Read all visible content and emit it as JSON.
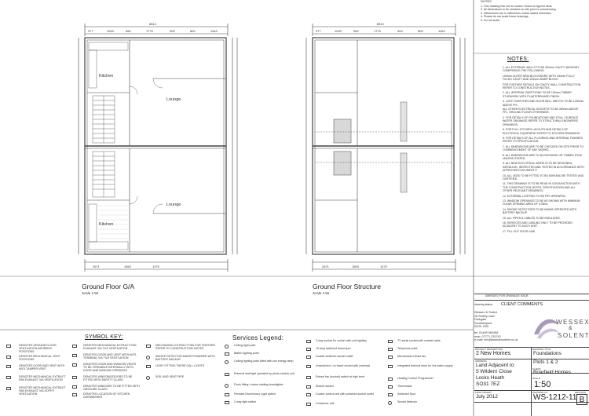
{
  "plans": {
    "left_title": "Ground Floor G/A",
    "left_scale": "Scale 1:50",
    "right_title": "Ground Floor Structure",
    "right_scale": "Scale 1:50",
    "rooms": {
      "kitchen_top": "Kitchen",
      "lounge_top": "Lounge",
      "lounge_bottom": "Lounge",
      "kitchen_bottom": "Kitchen"
    },
    "overall_dim": "8812",
    "top_dims": [
      "977",
      "1000",
      "982",
      "1770",
      "900",
      "800",
      "1163"
    ],
    "bottom_dims": [
      "2671",
      "1563",
      "1270",
      "2671",
      "1563",
      "1270"
    ]
  },
  "notes": {
    "header": "NOTES:",
    "top_notes": [
      "1. This drawing has not be scaled. Drawn to figured dims.",
      "2. All dimensions to be checked on site prior to commencing.",
      "3. Dimensions are in millimetres unless stated otherwise.",
      "4. Please do not scale these drawings.",
      "5. Do not scale."
    ],
    "items": [
      "1. ALL EXTERNAL WALLS TO BE 300mm CAVITY MASONRY COMPRISING THE FOLLOWING:",
      "100mm OUTER SKIN BLOCKWORK WITH 100mm FULLY FILLED CAVITY AND 100mm INNER BLOCK.",
      "FOR FURTHER DETAILS ON CAVITY WALL CONSTRUCTION REFER TO CONSTRUCTION NOTES.",
      "2. ALL INTERNAL PARTITIONS TO BE 100mm TIMBER STUDWORK WITH PLASTERBOARD FINISH.",
      "3. LIGHT SWITCHES AND DOOR BELL SWITCH TO BE 1200mm ABOVE FFL.",
      "ALL OTHER ELECTRICAL SOCKETS TO BE 450mm ABOVE FFL. GROUND FLOOR OTHERWISE.",
      "4. FOR DETAILS OF FOUNDATIONS AND FOUL / SURFACE WATER DRAINAGE REFER TO STRUCTURAL ENGINEERS DRAWINGS.",
      "5. FOR FULL KITCHEN LAYOUTS AND DETAILS OF ELECTRICAL EQUIPMENT REFER TO KITCHEN DRAWINGS.",
      "6. FOR DETAILS OF ALL FLOORING AND INTERNAL FINISHES REFER TO SPECIFICATION.",
      "7. ALL DIMENSIONS ARE TO BE CHECKED ON SITE PRIOR TO COMMENCEMENT OF ANY WORKS.",
      "8. ALL DIMENSIONS ARE TO BLOCKWORK OR TIMBER STUD UNLESS STATED.",
      "9. ALL NEW ELECTRICAL WORK IS TO BE DESIGNED, INSTALLED, INSPECTED AND TESTED IN ACCORDANCE WITH APPROVED DOCUMENT P.",
      "10. ALL LEDS TO BE FITTED TO BS 6399 AND BE TESTED AND CERTIFIED.",
      "11. THIS DRAWING IS TO BE READ IN CONJUNCTION WITH THE CONSTRUCTION NOTES, SPECIFICATION AND ALL OTHER RELEVANT DRAWINGS.",
      "12. EXTERNAL LIGHTING TO BE PIR OPERATED.",
      "13. WINDOW OPENINGS TO BE AS SHOWN WITH MINIMUM CLEAR OPENING AREA OF 0.33m2.",
      "14. SMOKE DETECTORS TO BE MAINS OPERATED WITH BATTERY BACKUP.",
      "15. ALL PIPES & CABLES TO BE INSULATED.",
      "16. SERVICES AND CABLING ONLY TO BE PROVIDED ADJACENT TO EACH UNIT.",
      "17. FILL OUT DOOR LINE."
    ]
  },
  "symbol_key": {
    "title": "SYMBOL KEY:",
    "col1": [
      "DENOTES GROUND FLOOR VENTILATION AIR BRICK POSITIONS",
      "DENOTES MECHANICAL JOIST POSITIONS",
      "DENOTES DOOR AND VENT WITH ANTI-TAMPER VENT",
      "DENOTES MECHANICAL EXTRACT FAN EXHAUST VIA VENTILATION",
      "DENOTES MECHANICAL EXTRACT FAN EXHAUST VIA SOFFIT VENTILATION"
    ],
    "col2": [
      "DENOTES MECHANICAL EXTRACT FAN EXHAUST VIA TILE VENTILATION",
      "DENOTES DOOR AND VENT WITH ANTI-TERMINAL VIA TILE VENTILATION",
      "DENOTES DOOR AND WINDOW VENTS TO BE OPENABLE INTERNALLY WITH DOOR AND WINDOW OPENINGS",
      "DENOTES WINDOWS/DOORS TO BE FITTED WITH SAFETY GLASS",
      "DENOTES WINDOWS TO BE FITTED WITH OBSCURE GLASS",
      "DENOTES LOCATION OF KITCHEN DISHWASHER"
    ],
    "col3": [
      "MECHANICAL EXTRACT FAN FOR FURTHER REFER TO CONSTRUCTION NOTES",
      "SMOKE DETECTOR MAINS POWERED WITH BATTERY BACKUP",
      "LIGHT FITTING THESE CALL LIGHTS",
      "SOIL AND VENT PIPE"
    ]
  },
  "services_legend": {
    "title": "Services Legend:",
    "col1": [
      "Ceiling light point",
      "Batten lighting point",
      "Ceiling lighting point fitted with low energy lamp",
      "External wall light operated by photo electric cell",
      "Flush fitting / mains cabling downlighter",
      "Pendant Drum/mono Light switch",
      "2-way light switch"
    ],
    "col2": [
      "2-way socket for cooker with unit lighting",
      "13 amp switched fused spur",
      "Double switched socket outlet",
      "Unswitched / no fused socket with overload",
      "Extract fan (socket) switch at high level",
      "Shaver socket",
      "Cooker control unit with switched socket outlet",
      "Consumer unit"
    ],
    "col3": [
      "TV serial socket with coaxial cable",
      "Telephone point",
      "Mechanical extract fan",
      "Integrated thermal store for hot water supply",
      "Heating Control Programmer",
      "Thermostat",
      "Switched Spur",
      "Smoke detector"
    ]
  },
  "revisions": {
    "amended_label": "AMENDED FOR DRAINAGE ISSUE",
    "drawing_status_label": "drawing status",
    "client_comments": "CLIENT COMMENTS"
  },
  "titleblock": {
    "company": "Wessex & Solent",
    "address_lines": [
      "28 Sedley road",
      "Parkgate",
      "Southampton",
      "SO31 1EB"
    ],
    "tel": "tel: 01489 564456",
    "mob": "mob: 07771 233742",
    "email": "e-mail: info@wessexsolent.co.uk",
    "logo_top": "WESSEX",
    "logo_and": "&",
    "logo_bottom": "SOLENT",
    "project_desc_label": "PROJECT DESCRIPTION",
    "project_desc": "2 New Homes",
    "drawing_title_label": "DRAWING TITLE",
    "drawing_title_1": "Foundations",
    "drawing_title_2": "Plots 1 & 2",
    "address_label": "ADDRESS",
    "address_1": "Land Adjacent to",
    "address_2": "5 Wildern Close",
    "address_3": "Locks Heath",
    "address_4": "SO31 7EZ",
    "client_label": "CLIENT",
    "client": "Briarfield Homes",
    "scale_label": "SCALE",
    "scale": "1:50",
    "first_drawn_label": "FIRST DRAWN",
    "first_drawn": "July 2012",
    "drawing_no_label": "DRAWING No.",
    "drawing_no": "WS-1212-11",
    "revision_label": "REVISION",
    "revision": "B"
  }
}
